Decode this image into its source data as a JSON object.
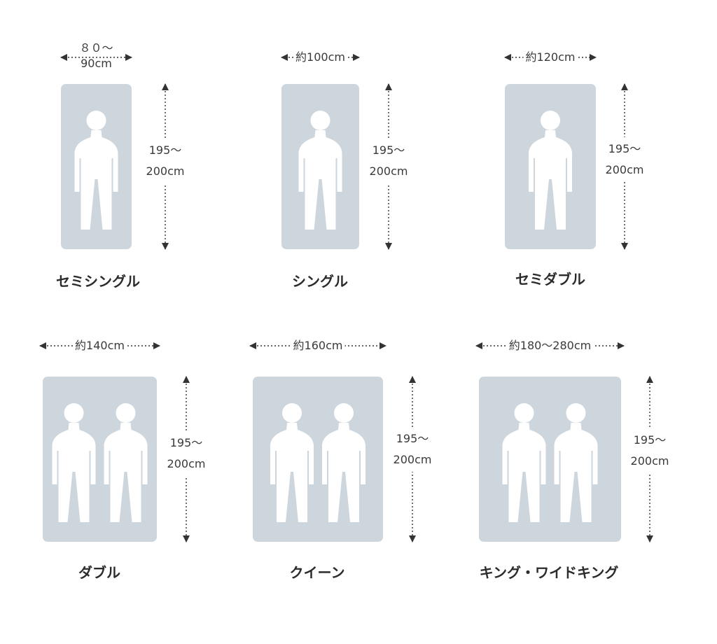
{
  "colors": {
    "bed": "#ccd6dc",
    "figure": "#ffffff",
    "line": "#333333"
  },
  "beds": [
    {
      "id": "semi-single",
      "name": "セミシングル",
      "width_label": [
        "８０～",
        "90cm"
      ],
      "height_label": [
        "195～",
        "200cm"
      ],
      "people": 1
    },
    {
      "id": "single",
      "name": "シングル",
      "width_label": [
        "約100cm"
      ],
      "height_label": [
        "195～",
        "200cm"
      ],
      "people": 1
    },
    {
      "id": "semi-double",
      "name": "セミダブル",
      "width_label": [
        "約120cm"
      ],
      "height_label": [
        "195～",
        "200cm"
      ],
      "people": 1
    },
    {
      "id": "double",
      "name": "ダブル",
      "width_label": [
        "約140cm"
      ],
      "height_label": [
        "195～",
        "200cm"
      ],
      "people": 2
    },
    {
      "id": "queen",
      "name": "クイーン",
      "width_label": [
        "約160cm"
      ],
      "height_label": [
        "195～",
        "200cm"
      ],
      "people": 2
    },
    {
      "id": "king-wide-king",
      "name": "キング・ワイドキング",
      "width_label": [
        "約180～280cm"
      ],
      "height_label": [
        "195～",
        "200cm"
      ],
      "people": 2
    }
  ]
}
